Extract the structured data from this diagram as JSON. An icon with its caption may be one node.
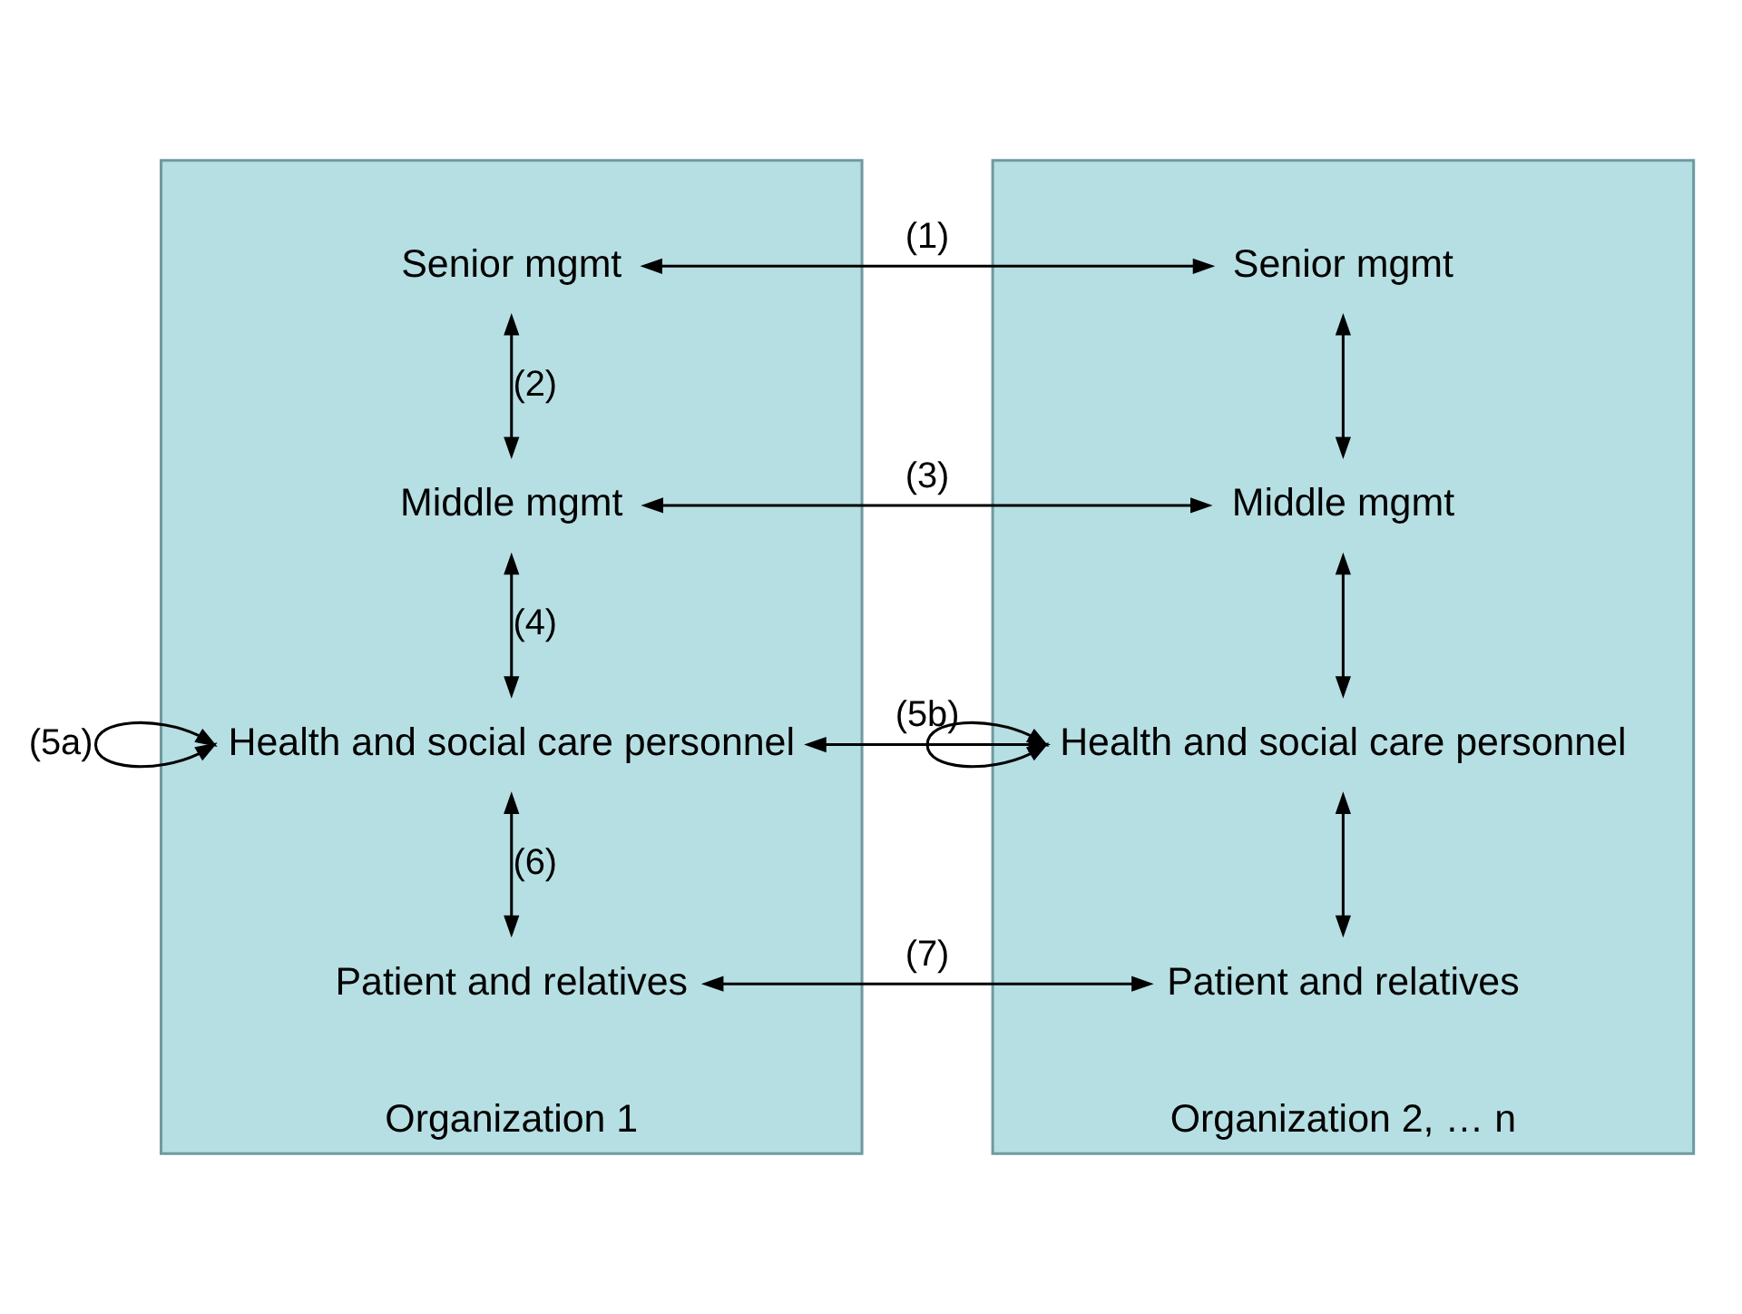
{
  "diagram": {
    "nodes": [
      {
        "text": [
          "Organization 1"
        ]
      },
      {
        "text": [
          "Senior mgmt"
        ],
        "in": 0
      },
      {
        "text": [
          "Middle mgmt"
        ],
        "in": 0
      },
      {
        "text": [
          "Health and social care personnel"
        ],
        "in": 0
      },
      {
        "text": [
          "Patient and relatives"
        ],
        "in": 0
      },
      {
        "text": [
          "Organization 2, … n"
        ]
      },
      {
        "text": [
          "Senior mgmt"
        ],
        "in": 5
      },
      {
        "text": [
          "Middle mgmt"
        ],
        "in": 5
      },
      {
        "text": [
          "Health and social care personnel"
        ],
        "in": 5
      },
      {
        "text": [
          "Patient and relatives"
        ],
        "in": 5
      }
    ],
    "edges": [
      {
        "from": 1,
        "to": 6,
        "arrow": "both",
        "label": "(1)"
      },
      {
        "from": 1,
        "to": 2,
        "arrow": "both",
        "label": "(2)"
      },
      {
        "from": 2,
        "to": 7,
        "arrow": "both",
        "label": "(3)"
      },
      {
        "from": 2,
        "to": 3,
        "arrow": "both",
        "label": "(4)"
      },
      {
        "from": 3,
        "to": 3,
        "arrow": "both",
        "label": "(5a)"
      },
      {
        "from": 3,
        "to": 8,
        "arrow": "both",
        "label": "(5b)"
      },
      {
        "from": 3,
        "to": 4,
        "arrow": "both",
        "label": "(6)"
      },
      {
        "from": 4,
        "to": 9,
        "arrow": "both",
        "label": "(7)"
      },
      {
        "from": 6,
        "to": 7,
        "arrow": "both"
      },
      {
        "from": 7,
        "to": 8,
        "arrow": "both"
      },
      {
        "from": 8,
        "to": 8,
        "arrow": "both"
      },
      {
        "from": 8,
        "to": 9,
        "arrow": "both"
      }
    ]
  }
}
